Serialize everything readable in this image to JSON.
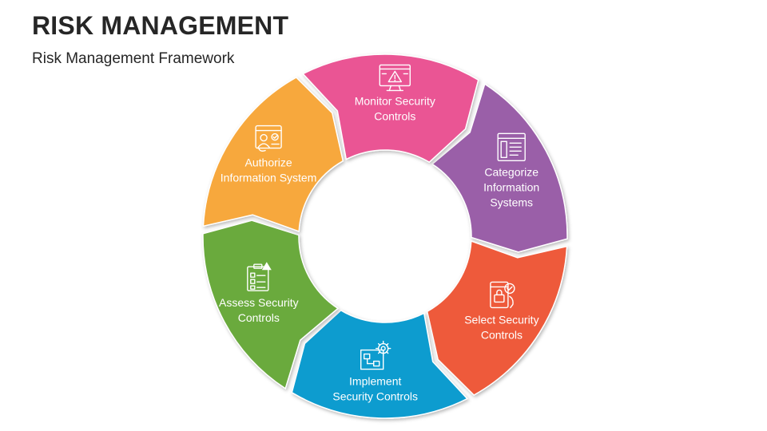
{
  "header": {
    "title": "RISK MANAGEMENT",
    "subtitle": "Risk Management Framework"
  },
  "cycle": {
    "segments": [
      {
        "key": "categorize",
        "label_lines": [
          "Categorize",
          "Information",
          "Systems"
        ],
        "color": "#9a5fa8",
        "icon": "window-list-icon"
      },
      {
        "key": "select",
        "label_lines": [
          "Select Security",
          "Controls"
        ],
        "color": "#ee5a3a",
        "icon": "device-lock-icon"
      },
      {
        "key": "implement",
        "label_lines": [
          "Implement",
          "Security Controls"
        ],
        "color": "#0f9ccf",
        "icon": "blueprint-gear-icon"
      },
      {
        "key": "assess",
        "label_lines": [
          "Assess Security",
          "Controls"
        ],
        "color": "#6aaa3e",
        "icon": "checklist-warning-icon"
      },
      {
        "key": "authorize",
        "label_lines": [
          "Authorize",
          "Information System"
        ],
        "color": "#f7a83c",
        "icon": "id-badge-icon"
      },
      {
        "key": "monitor",
        "label_lines": [
          "Monitor Security",
          "Controls"
        ],
        "color": "#ea5594",
        "icon": "monitor-alert-icon"
      }
    ]
  }
}
